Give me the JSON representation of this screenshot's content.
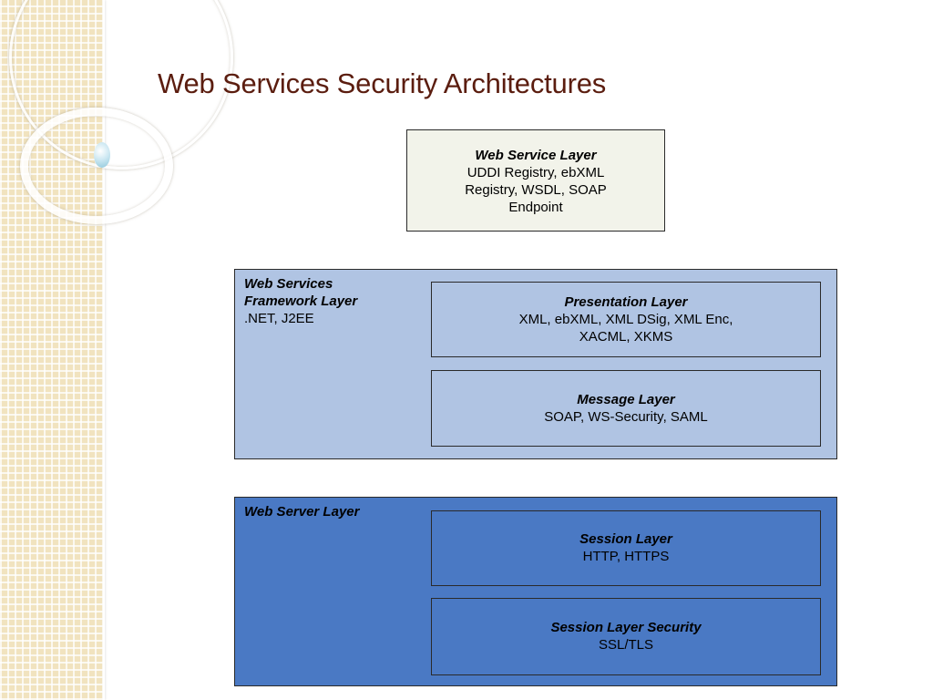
{
  "title": "Web Services Security Architectures",
  "diagram": {
    "web_service_layer": {
      "heading": "Web Service Layer",
      "lines": [
        "UDDI Registry, ebXML",
        "Registry, WSDL, SOAP",
        "Endpoint"
      ]
    },
    "framework_layer": {
      "heading_lines": [
        "Web Services",
        "Framework Layer"
      ],
      "detail": ".NET, J2EE",
      "presentation": {
        "heading": "Presentation Layer",
        "lines": [
          "XML, ebXML, XML DSig, XML Enc,",
          "XACML, XKMS"
        ]
      },
      "message": {
        "heading": "Message Layer",
        "lines": [
          "SOAP, WS-Security, SAML"
        ]
      }
    },
    "server_layer": {
      "heading": "Web Server Layer",
      "session": {
        "heading": "Session Layer",
        "lines": [
          "HTTP, HTTPS"
        ]
      },
      "session_security": {
        "heading": "Session Layer Security",
        "lines": [
          "SSL/TLS"
        ]
      }
    }
  },
  "colors": {
    "title": "#5b1d0f",
    "top_box_fill": "#f2f3ea",
    "framework_fill": "#b0c4e3",
    "server_fill": "#4a79c4",
    "side_strip": "#f1e3bf"
  }
}
